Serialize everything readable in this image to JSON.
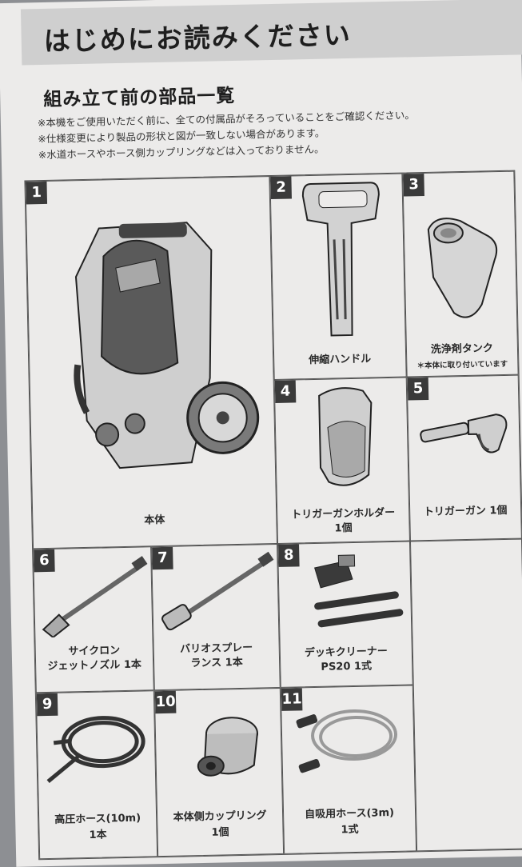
{
  "header": {
    "title": "はじめにお読みください"
  },
  "section": {
    "title": "組み立て前の部品一覧",
    "notes": [
      "※本機をご使用いただく前に、全ての付属品がそろっていることをご確認ください。",
      "※仕様変更により製品の形状と図が一致しない場合があります。",
      "※水道ホースやホース側カップリングなどは入っておりません。"
    ]
  },
  "parts": [
    {
      "num": "1",
      "line1": "本体",
      "line2": ""
    },
    {
      "num": "2",
      "line1": "伸縮ハンドル",
      "line2": ""
    },
    {
      "num": "3",
      "line1": "洗浄剤タンク",
      "line2": "",
      "note": "＊本体に取り付いています"
    },
    {
      "num": "4",
      "line1": "トリガーガンホルダー",
      "line2": "1個"
    },
    {
      "num": "5",
      "line1": "トリガーガン 1個",
      "line2": ""
    },
    {
      "num": "6",
      "line1": "サイクロン",
      "line2": "ジェットノズル 1本"
    },
    {
      "num": "7",
      "line1": "バリオスプレー",
      "line2": "ランス 1本"
    },
    {
      "num": "8",
      "line1": "デッキクリーナー",
      "line2": "PS20 1式"
    },
    {
      "num": "9",
      "line1": "高圧ホース(10m)",
      "line2": "1本"
    },
    {
      "num": "10",
      "line1": "本体側カップリング",
      "line2": "1個"
    },
    {
      "num": "11",
      "line1": "自吸用ホース(3m)",
      "line2": "1式"
    }
  ]
}
